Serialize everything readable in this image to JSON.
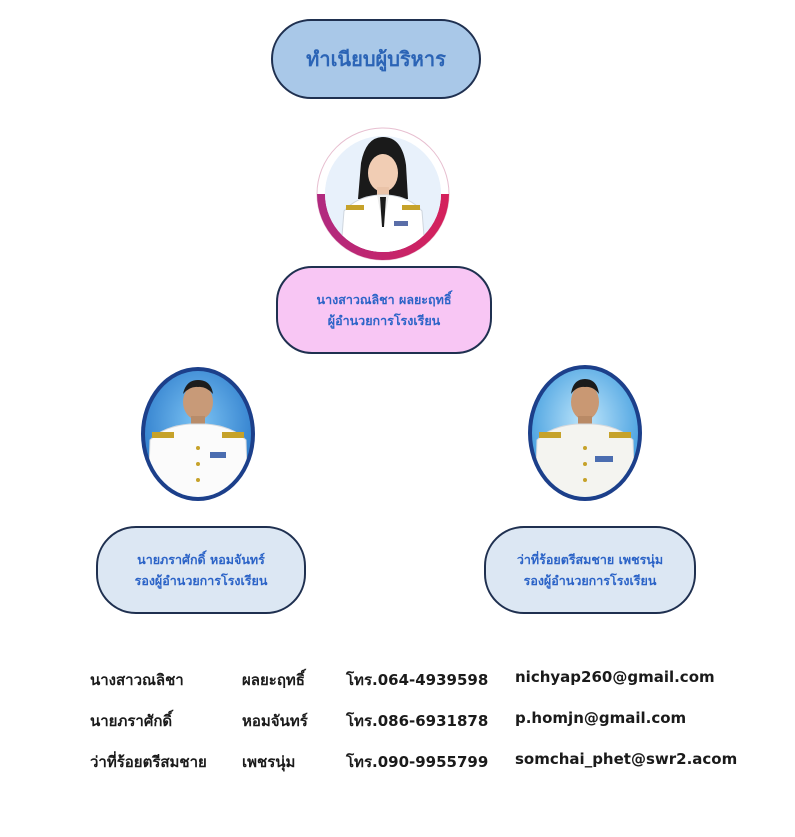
{
  "header": {
    "title": "ทำเนียบผู้บริหาร"
  },
  "colors": {
    "title_bg": "#a9c8e8",
    "title_text": "#2b64b6",
    "principal_box_bg": "#f8c6f4",
    "deputy_box_bg": "#dce7f3",
    "box_text": "#2b63c7",
    "border": "#1f3050",
    "principal_ring": "#c0307a",
    "deputy_frame": "#1c3f8a"
  },
  "principal": {
    "photo_icon": "portrait-photo",
    "name": "นางสาวณลิชา  ผลยะฤทธิ์",
    "position": "ผู้อำนวยการโรงเรียน"
  },
  "deputies": [
    {
      "photo_icon": "portrait-photo",
      "name": "นายภราศักดิ์ หอมจันทร์",
      "position": "รองผู้อำนวยการโรงเรียน"
    },
    {
      "photo_icon": "portrait-photo",
      "name": "ว่าที่ร้อยตรีสมชาย เพชรนุ่ม",
      "position": "รองผู้อำนวยการโรงเรียน"
    }
  ],
  "contacts": [
    {
      "first": "นางสาวณลิชา",
      "last": "ผลยะฤทธิ์",
      "phone": "โทร.064-4939598",
      "email": "nichyap260@gmail.com"
    },
    {
      "first": "นายภราศักดิ์",
      "last": "หอมจันทร์",
      "phone": "โทร.086-6931878",
      "email": "p.homjn@gmail.com"
    },
    {
      "first": "ว่าที่ร้อยตรีสมชาย",
      "last": "เพชรนุ่ม",
      "phone": "โทร.090-9955799",
      "email": "somchai_phet@swr2.acom"
    }
  ]
}
